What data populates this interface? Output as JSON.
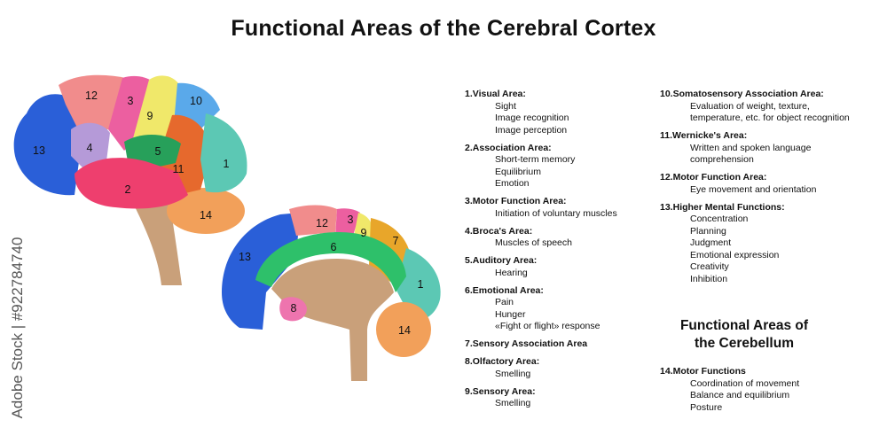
{
  "title": "Functional Areas of the Cerebral Cortex",
  "watermark": "Adobe Stock | #922784740",
  "lateral_labels": [
    "12",
    "3",
    "9",
    "10",
    "4",
    "5",
    "13",
    "11",
    "1",
    "2",
    "14"
  ],
  "medial_labels": [
    "12",
    "3",
    "9",
    "7",
    "13",
    "6",
    "1",
    "8",
    "14"
  ],
  "colors": {
    "visual": "#5cc8b4",
    "association": "#ee3f6e",
    "motor": "#ec5fa0",
    "broca": "#b59ad8",
    "auditory": "#27a05a",
    "emotional": "#2ec06a",
    "sensory_association": "#e8a62a",
    "olfactory": "#ee74ae",
    "sensory": "#f0e86a",
    "somatosensory_assoc": "#5aa9ea",
    "wernicke": "#e6692d",
    "motor_function": "#f18c8c",
    "higher_mental": "#2a5fd8",
    "cerebellum": "#f2a05a",
    "brainstem": "#c9a07a"
  },
  "areas_left": [
    {
      "num": "1.",
      "name": "Visual Area:",
      "details": [
        "Sight",
        "Image recognition",
        "Image perception"
      ]
    },
    {
      "num": "2.",
      "name": "Association Area:",
      "details": [
        "Short-term memory",
        "Equilibrium",
        "Emotion"
      ]
    },
    {
      "num": "3.",
      "name": "Motor Function Area:",
      "details": [
        "Initiation of voluntary muscles"
      ]
    },
    {
      "num": "4.",
      "name": "Broca's Area:",
      "details": [
        "Muscles of speech"
      ]
    },
    {
      "num": "5.",
      "name": "Auditory Area:",
      "details": [
        "Hearing"
      ]
    },
    {
      "num": "6.",
      "name": "Emotional Area:",
      "details": [
        "Pain",
        "Hunger",
        "«Fight or flight» response"
      ]
    },
    {
      "num": "7.",
      "name": "Sensory Association Area",
      "details": []
    },
    {
      "num": "8.",
      "name": "Olfactory Area:",
      "details": [
        "Smelling"
      ]
    },
    {
      "num": "9.",
      "name": "Sensory Area:",
      "details": [
        "Smelling"
      ]
    }
  ],
  "areas_right": [
    {
      "num": "10.",
      "name": "Somatosensory Association Area:",
      "details": [
        "Evaluation of weight, texture,",
        "temperature, etc. for object recognition"
      ]
    },
    {
      "num": "11.",
      "name": "Wernicke's Area:",
      "details": [
        "Written and spoken language",
        "comprehension"
      ]
    },
    {
      "num": "12.",
      "name": "Motor Function Area:",
      "details": [
        "Eye movement and orientation"
      ]
    },
    {
      "num": "13.",
      "name": "Higher Mental Functions:",
      "details": [
        "Concentration",
        "Planning",
        "Judgment",
        "Emotional expression",
        "Creativity",
        "Inhibition"
      ]
    }
  ],
  "cerebellum": {
    "title_line1": "Functional Areas of",
    "title_line2": "the Cerebellum",
    "item": {
      "num": "14.",
      "name": "Motor Functions",
      "details": [
        "Coordination of movement",
        "Balance and equilibrium",
        "Posture"
      ]
    }
  }
}
